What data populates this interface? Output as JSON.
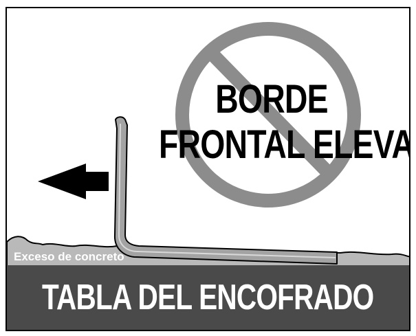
{
  "warning": {
    "line1": "BORDE",
    "line2": "FRONTAL ELEVADO"
  },
  "excess_label": "Exceso de concreto",
  "footer_title": "TABLA DEL ENCOFRADO",
  "colors": {
    "footer_bg": "#4a4a4a",
    "prohibition_gray": "#8c8c8c",
    "board_gray": "#a0a0a0",
    "concrete_gray": "#b9b9b9"
  },
  "icons": [
    "prohibition-icon",
    "arrow-left-icon"
  ]
}
